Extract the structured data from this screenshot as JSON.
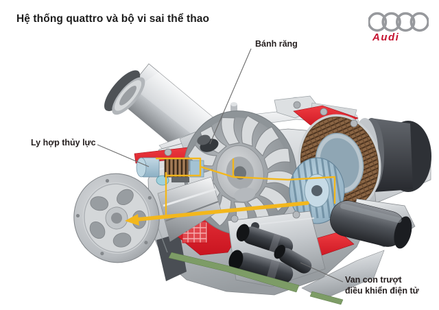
{
  "header": {
    "title": "Hệ thống quattro và bộ vi sai thể thao",
    "logo": {
      "brand_text": "Audi",
      "icon": "audi-rings-icon",
      "brand_color": "#c51230",
      "ring_color": "#97999d"
    }
  },
  "diagram": {
    "subject": "Cutaway illustration of the quattro sport differential",
    "callouts": [
      {
        "id": "gear",
        "label": "Bánh răng"
      },
      {
        "id": "hydraulic-clutch",
        "label": "Ly hợp thủy lực"
      },
      {
        "id": "electronic-slide-valve",
        "label_line1": "Van con trượt",
        "label_line2": "điều khiển điện tử"
      }
    ],
    "colors": {
      "metal_silver": "#c9cdd1",
      "cutaway_red": "#e2222b",
      "hydraulic_yellow": "#f3b71c",
      "clutch_brown": "#8a6544",
      "component_blue": "#a3c2d4",
      "dark_steel": "#33363b",
      "gasket_green": "#7d9c66"
    }
  }
}
